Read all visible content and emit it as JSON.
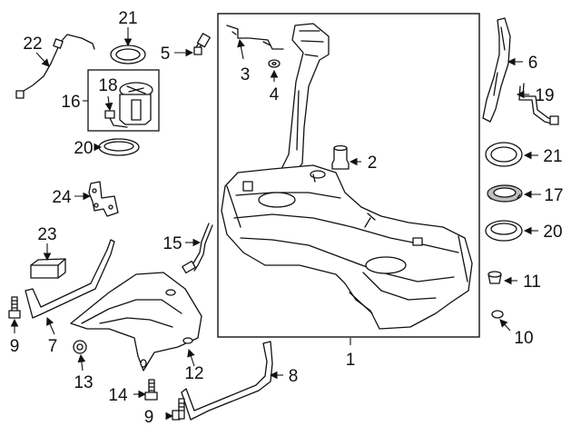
{
  "diagram": {
    "callouts": {
      "c1": "1",
      "c2": "2",
      "c3": "3",
      "c4": "4",
      "c5": "5",
      "c6": "6",
      "c7": "7",
      "c8": "8",
      "c9a": "9",
      "c9b": "9",
      "c10": "10",
      "c11": "11",
      "c12": "12",
      "c13": "13",
      "c14": "14",
      "c15": "15",
      "c16": "16",
      "c17": "17",
      "c18": "18",
      "c19": "19",
      "c20a": "20",
      "c20b": "20",
      "c21a": "21",
      "c21b": "21",
      "c22": "22",
      "c23": "23",
      "c24": "24"
    },
    "icons": [
      "fuel-tank",
      "fuel-pump-module",
      "filler-pipe",
      "tank-strap",
      "heat-shield",
      "bolt",
      "seal-ring",
      "lock-ring",
      "bracket",
      "sensor-module"
    ]
  }
}
